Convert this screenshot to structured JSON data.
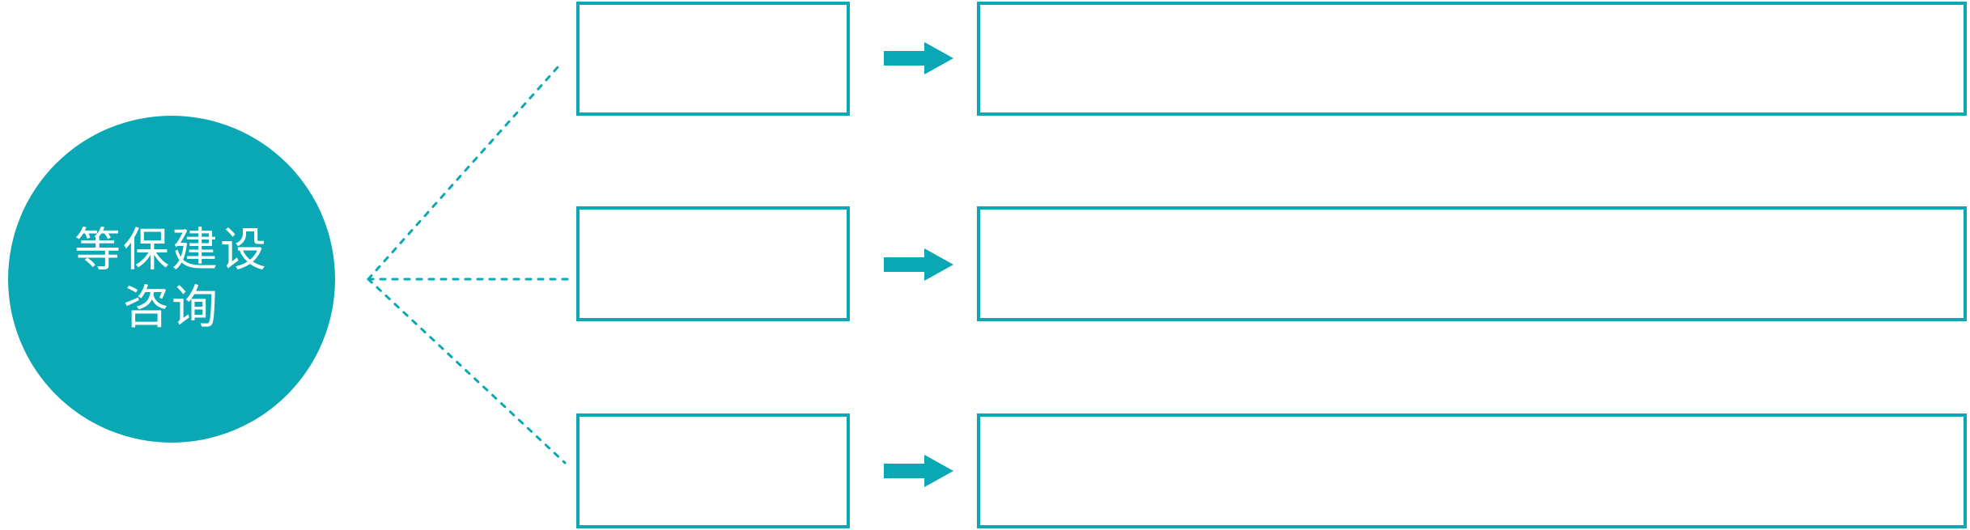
{
  "diagram": {
    "type": "radial-flow",
    "accent_color": "#0aa8b4",
    "text_color": "#ffffff",
    "background_color": "#ffffff",
    "center_node": {
      "line1": "等保建设",
      "line2": "咨询"
    },
    "connector_style": "dotted",
    "rows": [
      {
        "category_label": "",
        "detail_label": ""
      },
      {
        "category_label": "",
        "detail_label": ""
      },
      {
        "category_label": "",
        "detail_label": ""
      }
    ]
  }
}
